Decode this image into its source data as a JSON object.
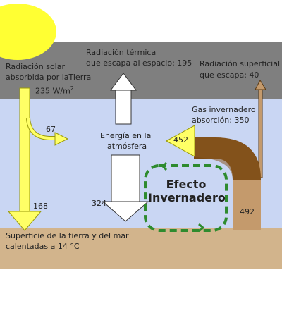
{
  "colors": {
    "space": "#7f7f7f",
    "atmosphere": "#c9d6f3",
    "ground": "#d2b48c",
    "sun": "#ffff33",
    "solar_arrow": "#ffff66",
    "thermal_arrow": "#ffffff",
    "greenhouse_arrow": "#7b4a12",
    "surface_arrow": "#c49a6c",
    "loop": "#2e8b2e"
  },
  "labels": {
    "solar_line1": "Radiación solar",
    "solar_line2": "absorbida por laTierra",
    "solar_value": "235 W/m",
    "solar_unit_sup": "2",
    "thermal_line1": "Radiación térmica",
    "thermal_line2": "que escapa al espacio: 195",
    "surface_line1": "Radiación superficial",
    "surface_line2": "que escapa: 40",
    "gas_line1": "Gas invernadero",
    "gas_line2": "absorción: 350",
    "energy_line1": "Energía en la",
    "energy_line2": "atmósfera",
    "effect_line1": "Efecto",
    "effect_line2": "Invernadero",
    "ground_line1": "Superficie de la tierra y del mar",
    "ground_line2": "calentadas a 14 °C"
  },
  "values": {
    "v67": "67",
    "v168": "168",
    "v324": "324",
    "v452": "452",
    "v492": "492"
  }
}
